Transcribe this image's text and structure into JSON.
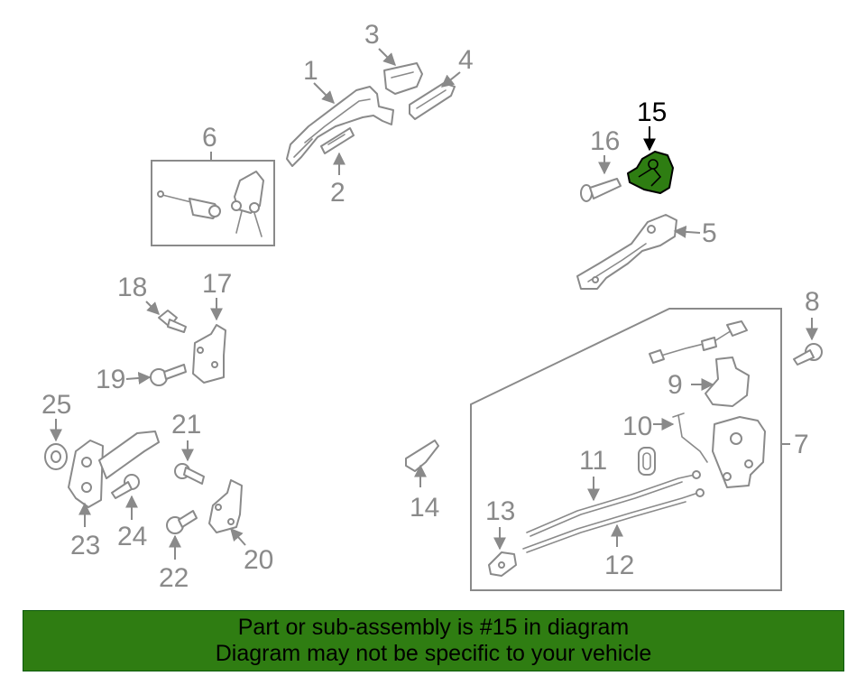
{
  "colors": {
    "part_stroke": "#8a8a8a",
    "highlight_fill": "#2e7d12",
    "highlight_stroke": "#000000",
    "banner_bg": "#2f7d12",
    "banner_text": "#000000"
  },
  "highlighted_part": "15",
  "callouts": {
    "c1": "1",
    "c2": "2",
    "c3": "3",
    "c4": "4",
    "c5": "5",
    "c6": "6",
    "c7": "7",
    "c8": "8",
    "c9": "9",
    "c10": "10",
    "c11": "11",
    "c12": "12",
    "c13": "13",
    "c14": "14",
    "c15": "15",
    "c16": "16",
    "c17": "17",
    "c18": "18",
    "c19": "19",
    "c20": "20",
    "c21": "21",
    "c22": "22",
    "c23": "23",
    "c24": "24",
    "c25": "25"
  },
  "banner": {
    "line1": "Part or sub-assembly is #15 in diagram",
    "line2": "Diagram may not be specific to your vehicle"
  }
}
